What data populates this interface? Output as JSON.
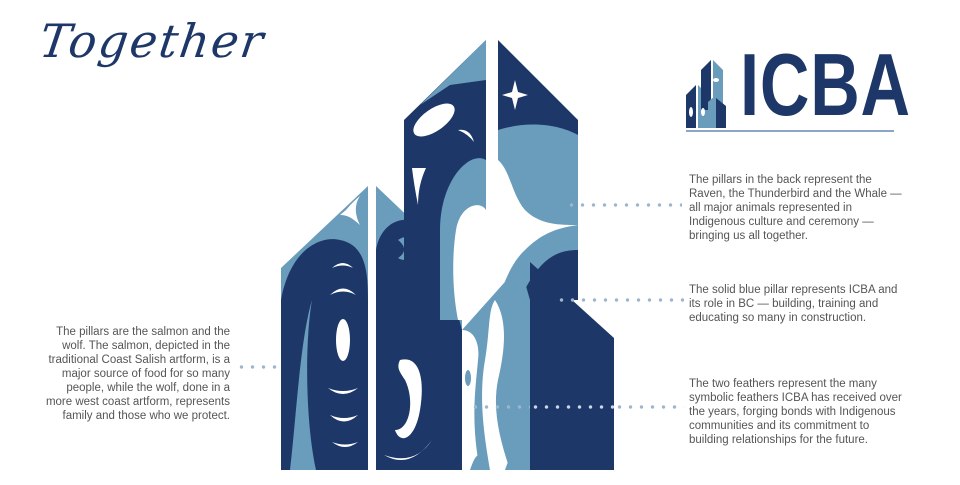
{
  "header": {
    "script_title": "Together"
  },
  "logo": {
    "wordmark": "ICBA",
    "icon": "pillars-artwork-icon"
  },
  "artwork": {
    "description": "Stylized pillars in Indigenous formline art forming a skyline",
    "colors": {
      "dark_blue": "#1d3768",
      "light_blue": "#6a9cbc",
      "white": "#ffffff",
      "dot_color": "#9db6cf",
      "text_gray": "#555555"
    }
  },
  "captions": {
    "back_pillars": "The pillars in the back represent the Raven, the Thunderbird and the Whale — all major animals represented in Indigenous culture and ceremony — bringing us all together.",
    "solid_pillar": "The solid blue pillar represents ICBA and its role in BC — building, training and educating so many in construction.",
    "feathers": "The two feathers represent the many symbolic feathers ICBA has received over the years, forging bonds with Indigenous communities and its commitment to building relationships for the future.",
    "salmon_wolf": "The pillars are the salmon and the wolf. The salmon, depicted in the traditional Coast Salish artform, is a major source of food for so many people, while the wolf, done in a more west coast artform, represents family and those who we protect."
  }
}
